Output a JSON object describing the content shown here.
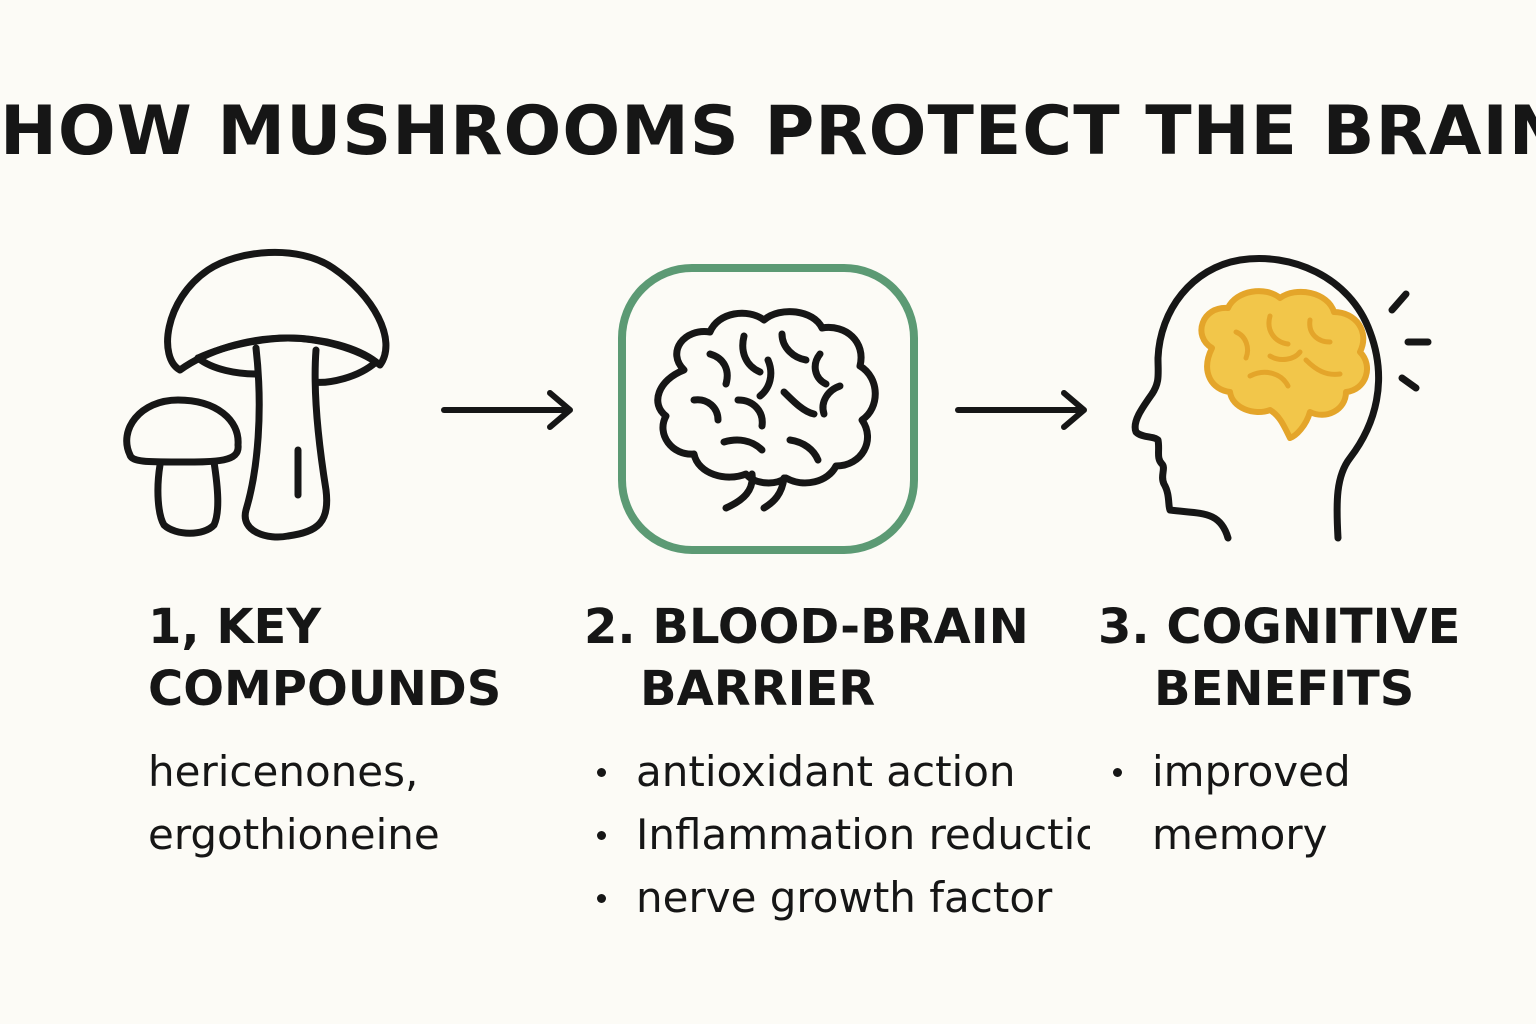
{
  "title": "HOW MUSHROOMS PROTECT THE BRAIN",
  "steps": [
    {
      "number": "1,",
      "heading_line1": "KEY",
      "heading_line2": "COMPOUNDS",
      "text_line1": "hericenones,",
      "text_line2": "ergothioneine",
      "icon": "mushroom-icon"
    },
    {
      "number": "2.",
      "heading_line1": "BLOOD-BRAIN",
      "heading_line2": "BARRIER",
      "bullets": [
        "antioxidant action",
        "Inflammation reductior",
        "nerve growth factor"
      ],
      "icon": "brain-in-rounded-square-icon"
    },
    {
      "number": "3.",
      "heading_line1": "COGNITIVE",
      "heading_line2": "BENEFITS",
      "bullets": [
        "improved",
        "memory"
      ],
      "icon": "head-with-brain-icon"
    }
  ],
  "colors": {
    "background": "#fcfbf6",
    "ink": "#161616",
    "barrier_green": "#5c9a74",
    "brain_gold": "#f2c64a",
    "brain_outline": "#e4a52a"
  }
}
